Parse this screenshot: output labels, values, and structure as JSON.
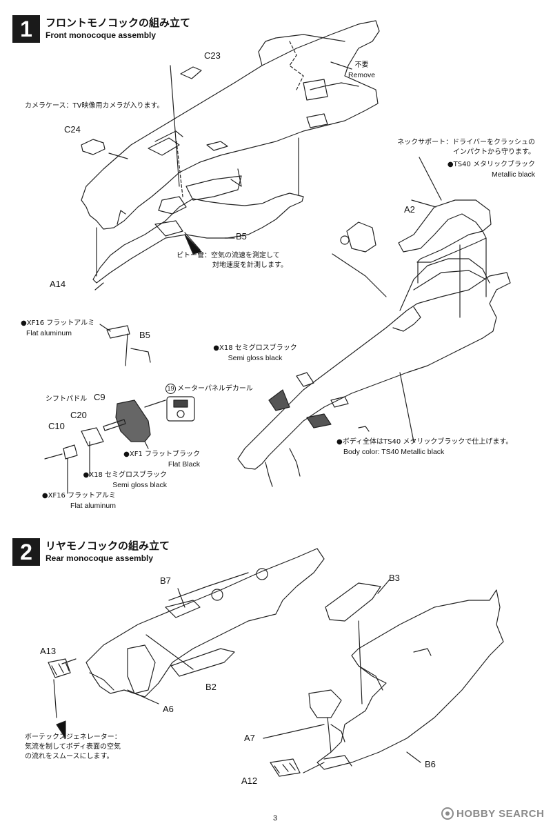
{
  "steps": [
    {
      "number": "1",
      "title_jp": "フロントモノコックの組み立て",
      "title_en": "Front monocoque assembly"
    },
    {
      "number": "2",
      "title_jp": "リヤモノコックの組み立て",
      "title_en": "Rear monocoque assembly"
    }
  ],
  "parts": {
    "c23": "C23",
    "c24": "C24",
    "b5_top": "B5",
    "a14": "A14",
    "a2": "A2",
    "b5_detail": "B5",
    "c9": "C9",
    "c20": "C20",
    "c10": "C10",
    "b7": "B7",
    "a13": "A13",
    "b2": "B2",
    "a6": "A6",
    "b3": "B3",
    "a7": "A7",
    "a12": "A12",
    "b6": "B6"
  },
  "notes": {
    "remove": {
      "jp": "不要",
      "en": "Remove"
    },
    "camera_case": {
      "jp": "カメラケース：TV映像用カメラが入ります。"
    },
    "pitot_tube": {
      "jp1": "ピトー管：空気の流速を測定して",
      "jp2": "対地速度を計測します。"
    },
    "neck_support": {
      "jp1": "ネックサポート：ドライバーをクラッシュの",
      "jp2": "インパクトから守ります。"
    },
    "ts40_neck": {
      "jp": "●TS40 メタリックブラック",
      "en": "Metallic black"
    },
    "xf16_b5": {
      "jp": "●XF16 フラットアルミ",
      "en": "Flat aluminum"
    },
    "x18_body": {
      "jp": "●X18 セミグロスブラック",
      "en": "Semi gloss black"
    },
    "shift_paddle": {
      "jp": "シフトパドル"
    },
    "meter_panel_decal": {
      "num": "19",
      "jp": "メーターパネルデカール"
    },
    "xf1_c9": {
      "jp": "●XF1 フラットブラック",
      "en": "Flat Black"
    },
    "x18_c20": {
      "jp": "●X18 セミグロスブラック",
      "en": "Semi gloss black"
    },
    "xf16_c10": {
      "jp": "●XF16 フラットアルミ",
      "en": "Flat aluminum"
    },
    "body_color": {
      "jp": "●ボディ全体はTS40 メタリックブラックで仕上げます。",
      "en": "Body color: TS40 Metallic black"
    },
    "vortex_generator": {
      "jp1": "ボーテックスジェネレーター：",
      "jp2": "気流を制してボディ表面の空気",
      "jp3": "の流れをスムースにします。"
    }
  },
  "footer": {
    "page_number": "3",
    "watermark": "HOBBY SEARCH"
  }
}
